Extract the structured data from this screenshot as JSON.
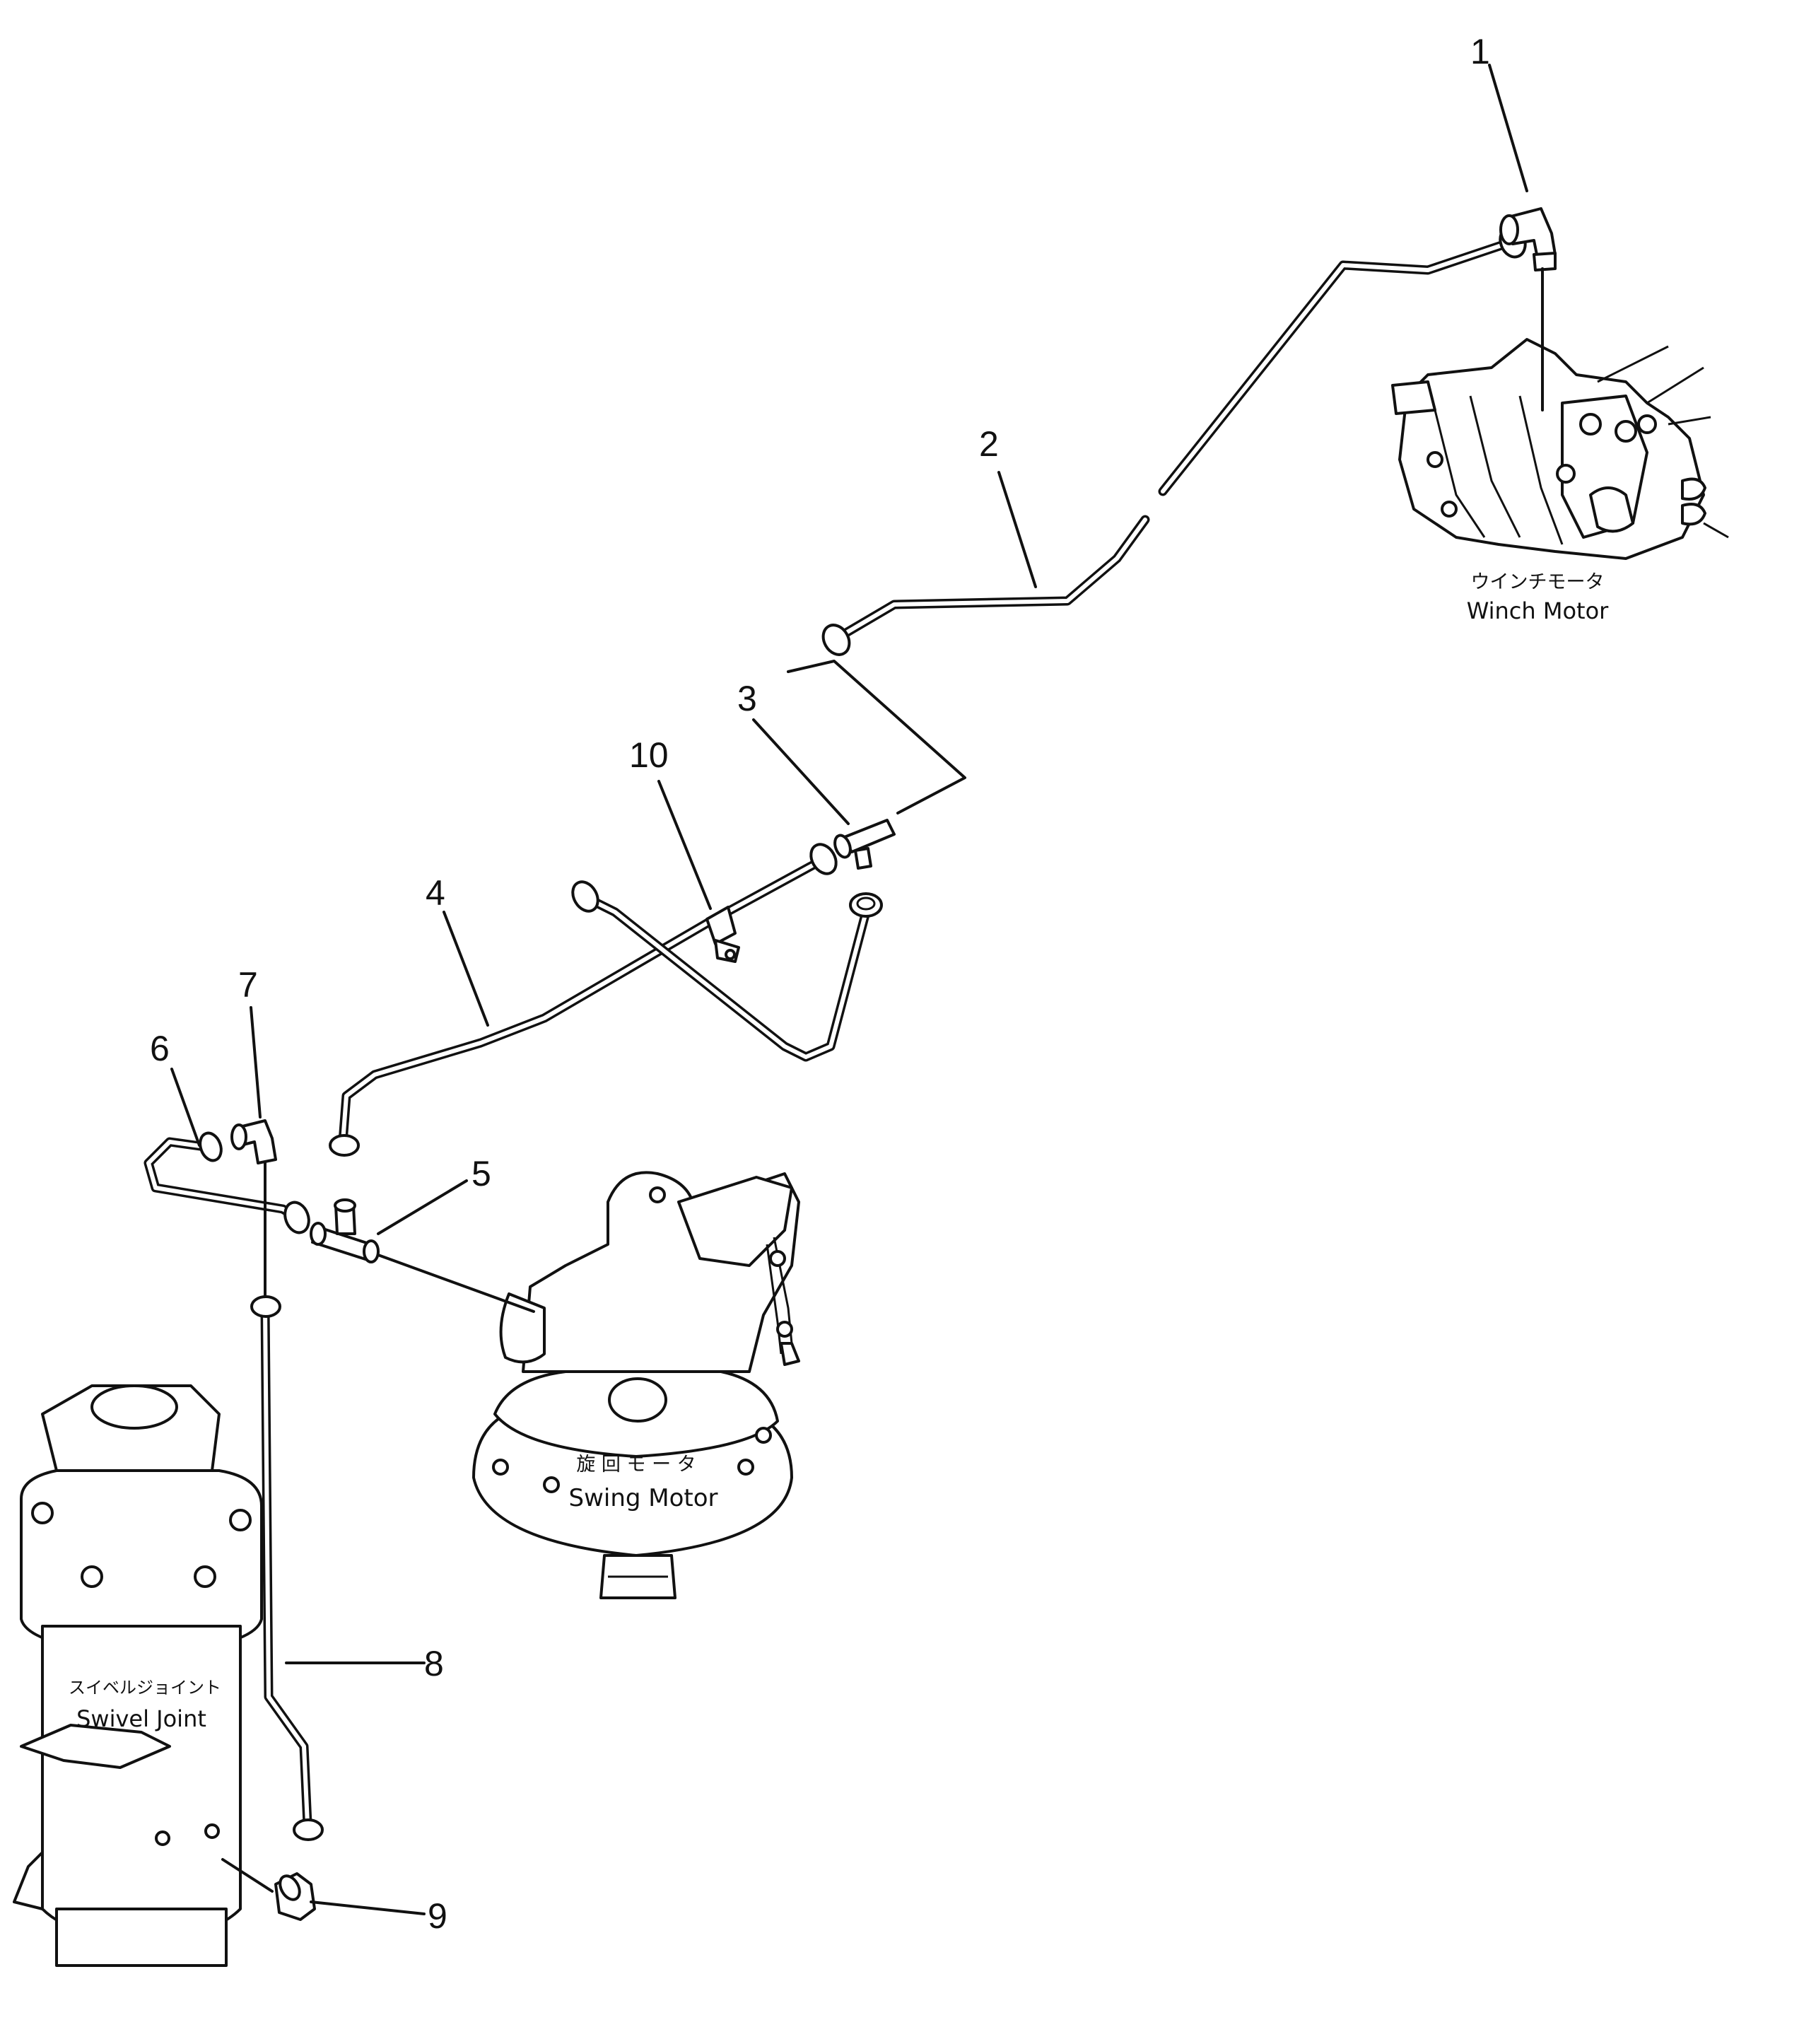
{
  "components": {
    "winch_motor": {
      "label_jp": "ウインチモータ",
      "label_en": "Winch  Motor"
    },
    "swing_motor": {
      "label_jp": "旋 回 モ ー タ",
      "label_en": "Swing  Motor"
    },
    "swivel_joint": {
      "label_jp": "スイベルジョイント",
      "label_en": "Swivel  Joint"
    }
  },
  "callouts": [
    {
      "id": "1",
      "text": "1"
    },
    {
      "id": "2",
      "text": "2"
    },
    {
      "id": "3",
      "text": "3"
    },
    {
      "id": "4",
      "text": "4"
    },
    {
      "id": "5",
      "text": "5"
    },
    {
      "id": "6",
      "text": "6"
    },
    {
      "id": "7",
      "text": "7"
    },
    {
      "id": "8",
      "text": "8"
    },
    {
      "id": "9",
      "text": "9"
    },
    {
      "id": "10",
      "text": "10"
    }
  ]
}
